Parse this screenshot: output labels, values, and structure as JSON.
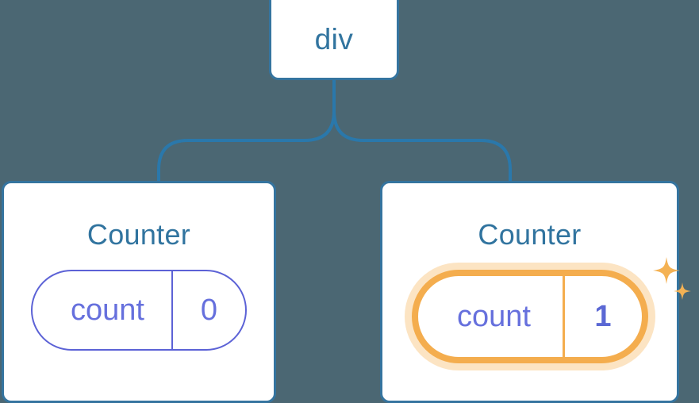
{
  "theme": {
    "background": "#4b6773",
    "node_border": "#35749f",
    "node_fill": "#ffffff",
    "title_text": "#31749f",
    "pill_border": "#5c62d6",
    "pill_text": "#6670dd",
    "highlight_border": "#f4ad4e",
    "highlight_glow": "#f8c47b",
    "connector": "#2a78ab",
    "sparkle": "#f4b254"
  },
  "tree": {
    "root": {
      "label": "div"
    },
    "children": [
      {
        "title": "Counter",
        "state": {
          "key": "count",
          "value": "0"
        },
        "highlighted": false
      },
      {
        "title": "Counter",
        "state": {
          "key": "count",
          "value": "1"
        },
        "highlighted": true,
        "sparkle_large": "sparkle-star-large",
        "sparkle_small": "sparkle-star-small"
      }
    ]
  }
}
